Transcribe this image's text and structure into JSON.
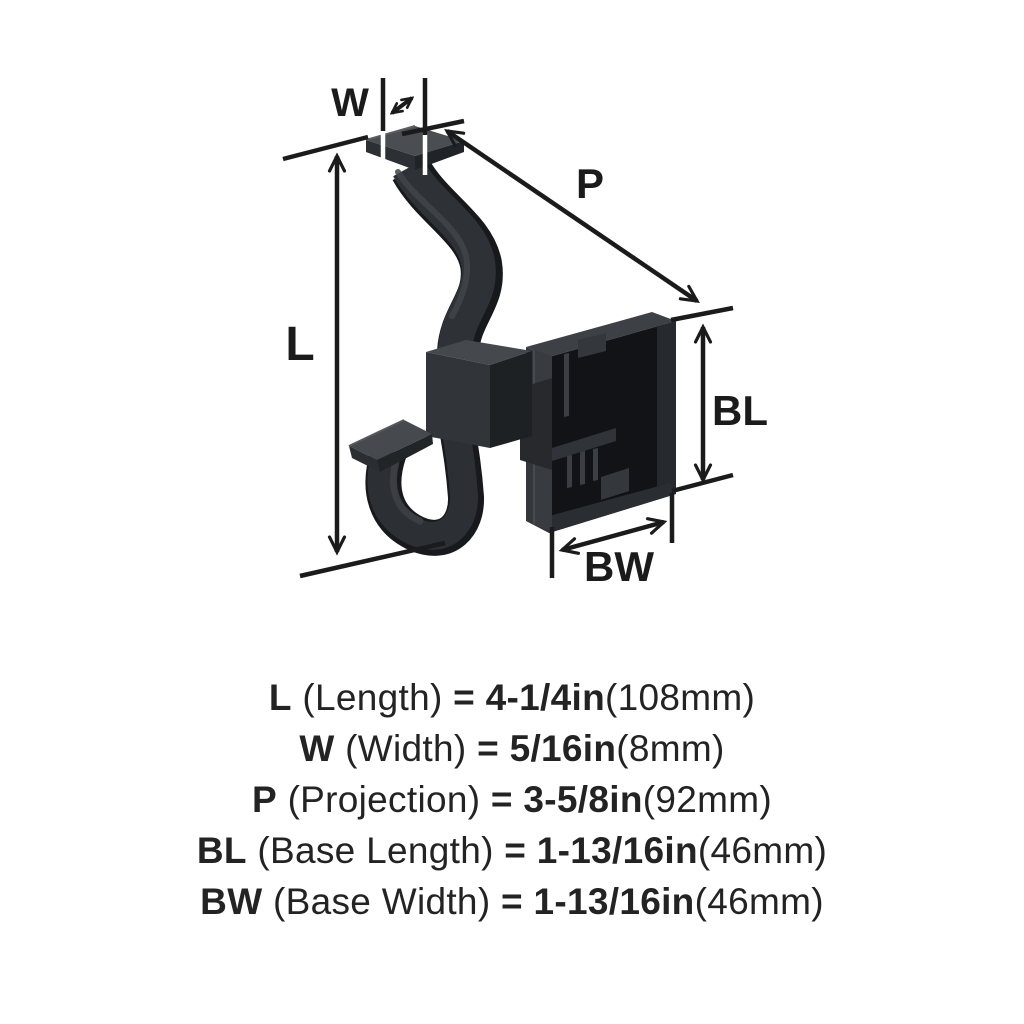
{
  "diagram": {
    "type": "product-dimension-diagram",
    "product": "double prong wall hook with square base",
    "dim_labels": {
      "l": "L",
      "w": "W",
      "p": "P",
      "bl": "BL",
      "bw": "BW"
    }
  },
  "colors": {
    "background": "#ffffff",
    "dimension_line": "#1b1b1b",
    "spec_text": "#232323",
    "hook_dark": "#17191c",
    "hook_mid": "#2e3236",
    "hook_light": "#4a4e52",
    "plate_interior": "#111316"
  },
  "spec_lines": [
    {
      "segments": [
        {
          "t": "L",
          "b": true
        },
        {
          "t": " (Length) ",
          "b": false
        },
        {
          "t": "= 4-1/4in",
          "b": true
        },
        {
          "t": "(108mm)",
          "b": false
        }
      ]
    },
    {
      "segments": [
        {
          "t": "W",
          "b": true
        },
        {
          "t": " (Width) ",
          "b": false
        },
        {
          "t": "= 5/16in",
          "b": true
        },
        {
          "t": "(8mm)",
          "b": false
        }
      ]
    },
    {
      "segments": [
        {
          "t": "P",
          "b": true
        },
        {
          "t": " (Projection) ",
          "b": false
        },
        {
          "t": "= 3-5/8in",
          "b": true
        },
        {
          "t": "(92mm)",
          "b": false
        }
      ]
    },
    {
      "segments": [
        {
          "t": "BL",
          "b": true
        },
        {
          "t": " (Base Length) ",
          "b": false
        },
        {
          "t": "= 1-13/16in",
          "b": true
        },
        {
          "t": "(46mm)",
          "b": false
        }
      ]
    },
    {
      "segments": [
        {
          "t": "BW",
          "b": true
        },
        {
          "t": " (Base Width) ",
          "b": false
        },
        {
          "t": "= 1-13/16in",
          "b": true
        },
        {
          "t": "(46mm)",
          "b": false
        }
      ]
    }
  ]
}
